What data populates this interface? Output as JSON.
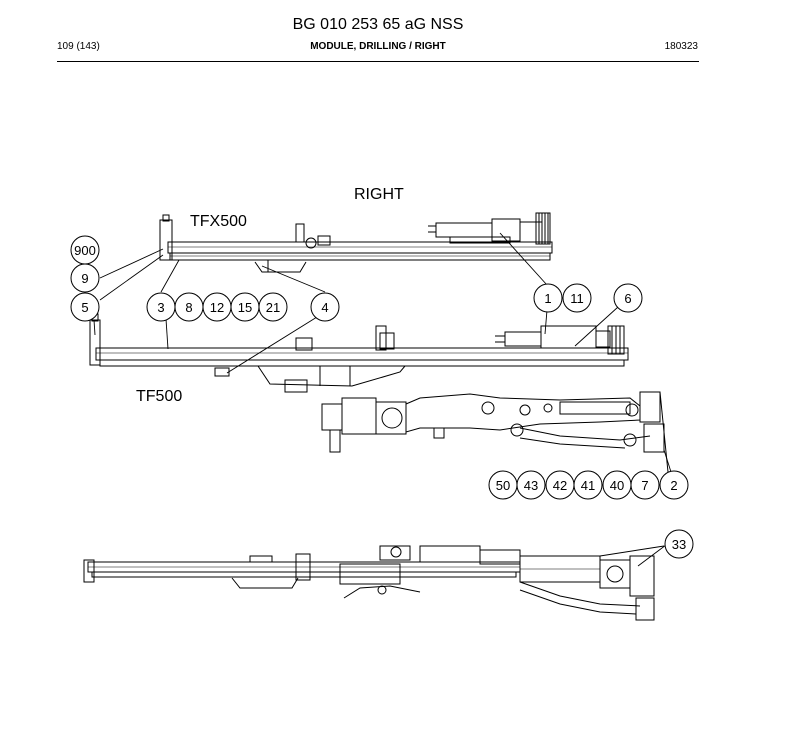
{
  "header": {
    "doc_title": "BG 010 253 65 aG NSS",
    "page_number": "109 (143)",
    "section_title": "MODULE, DRILLING / RIGHT",
    "date_code": "180323"
  },
  "drawing": {
    "view_title": "RIGHT",
    "labels": {
      "tfx500": "TFX500",
      "tf500": "TF500"
    },
    "callouts": {
      "c900": "900",
      "c9": "9",
      "c5": "5",
      "c3": "3",
      "c8": "8",
      "c12": "12",
      "c15": "15",
      "c21": "21",
      "c4": "4",
      "c1": "1",
      "c11": "11",
      "c6": "6",
      "c50": "50",
      "c43": "43",
      "c42": "42",
      "c41": "41",
      "c40": "40",
      "c7": "7",
      "c2": "2",
      "c33": "33"
    }
  }
}
